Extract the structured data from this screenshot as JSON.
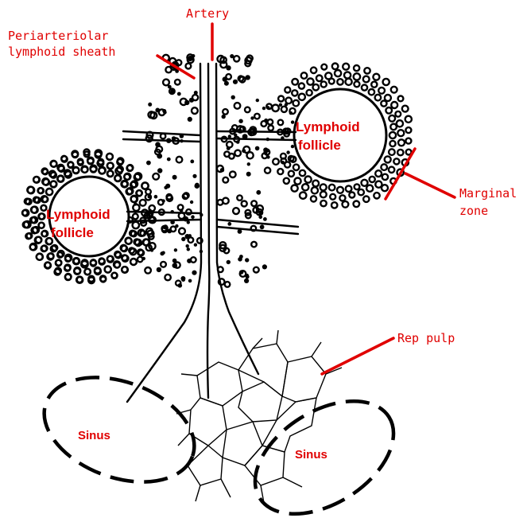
{
  "labels": {
    "artery": "Artery",
    "pals_line1": "Periarteriolar",
    "pals_line2": "lymphoid sheath",
    "follicle_right_line1": "Lymphoid",
    "follicle_right_line2": "follicle",
    "follicle_left_line1": "Lymphoid",
    "follicle_left_line2": "follicle",
    "marginal_line1": "Marginal",
    "marginal_line2": "zone",
    "red_pulp": "Rep pulp",
    "sinus_left": "Sinus",
    "sinus_right": "Sinus"
  },
  "colors": {
    "label": "#e00000",
    "ink": "#000000",
    "background": "#ffffff"
  }
}
